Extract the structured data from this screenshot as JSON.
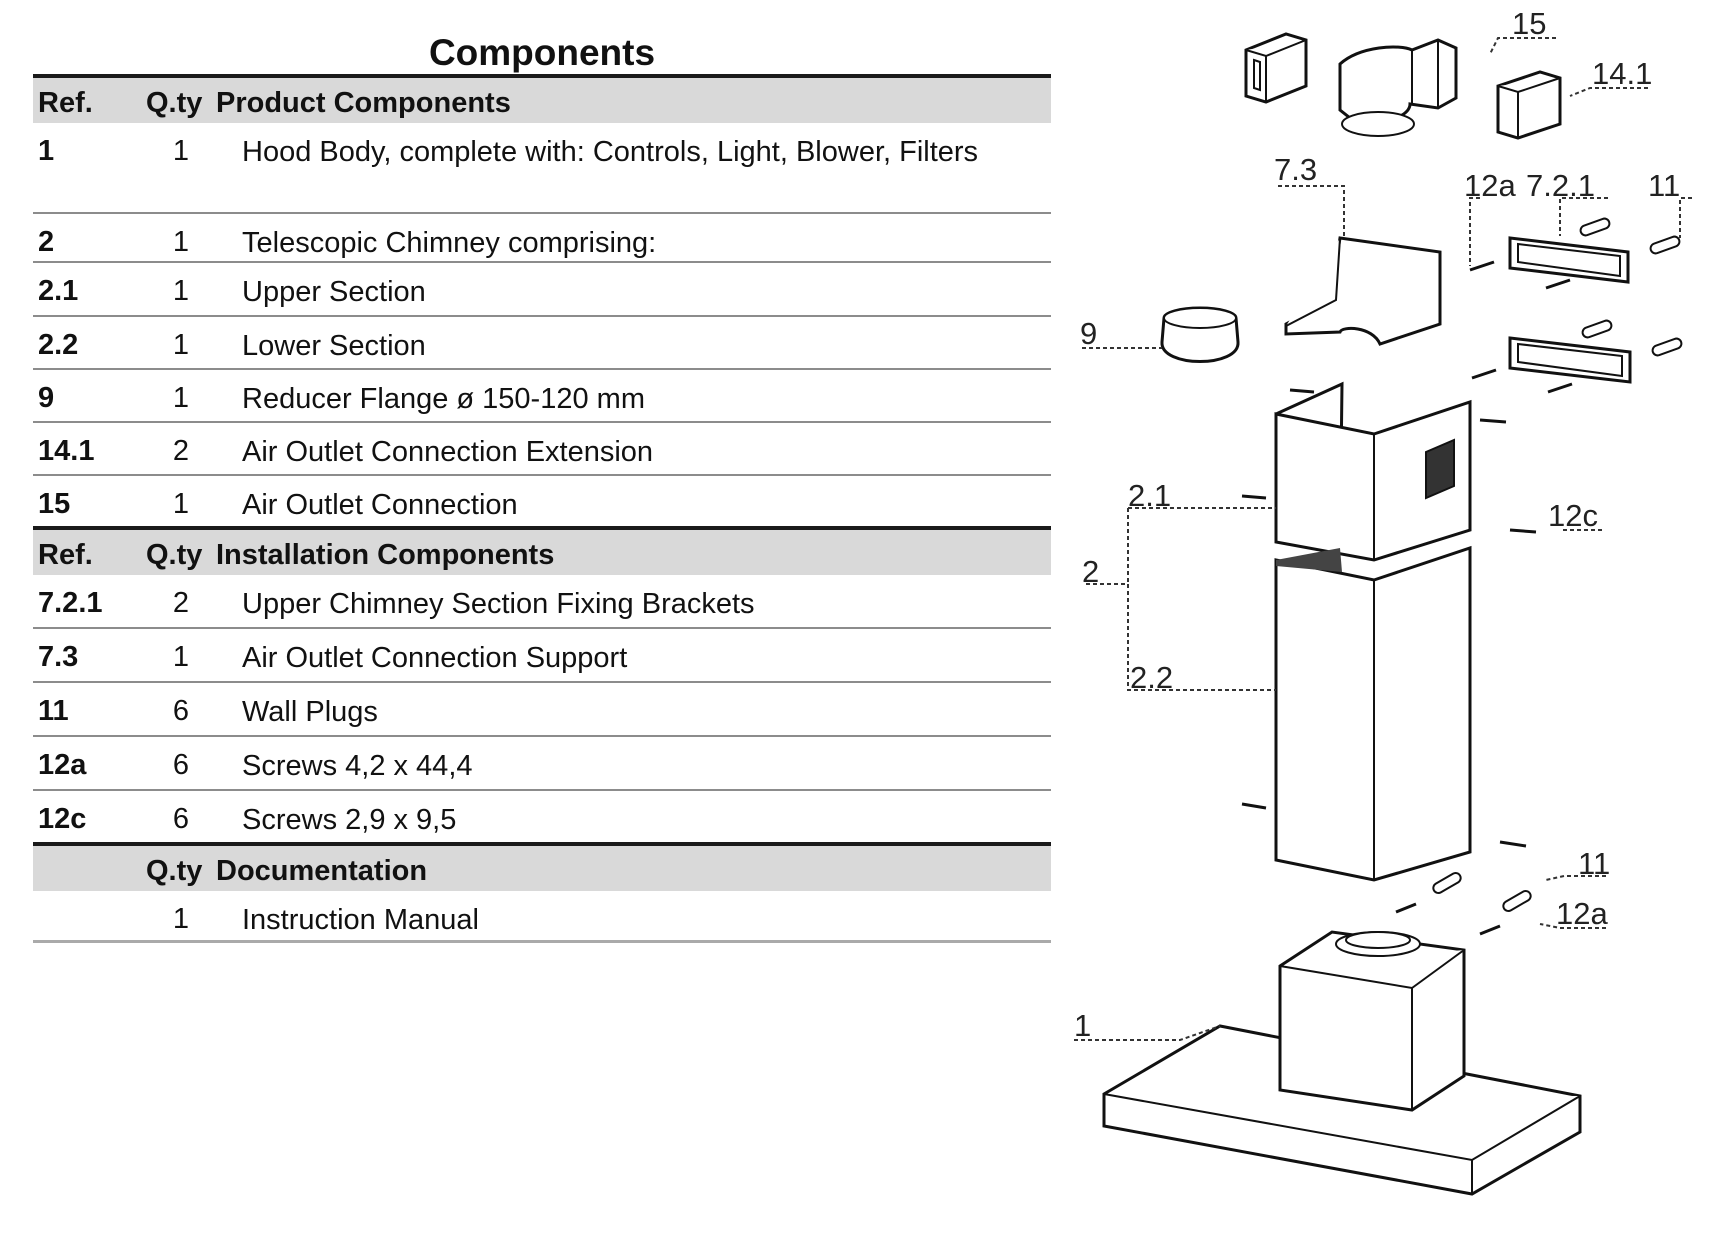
{
  "title": "Components",
  "headers": {
    "product": {
      "ref": "Ref.",
      "qty": "Q.ty",
      "label": "Product Components"
    },
    "installation": {
      "ref": "Ref.",
      "qty": "Q.ty",
      "label": "Installation Components"
    },
    "documentation": {
      "qty": "Q.ty",
      "label": "Documentation"
    }
  },
  "product_rows": [
    {
      "ref": "1",
      "qty": "1",
      "desc": "Hood Body, complete with: Controls, Light, Blower, Filters"
    },
    {
      "ref": "2",
      "qty": "1",
      "desc": "Telescopic Chimney comprising:"
    },
    {
      "ref": "2.1",
      "qty": "1",
      "desc": "Upper Section"
    },
    {
      "ref": "2.2",
      "qty": "1",
      "desc": "Lower Section"
    },
    {
      "ref": "9",
      "qty": "1",
      "desc": "Reducer Flange ø 150-120 mm"
    },
    {
      "ref": "14.1",
      "qty": "2",
      "desc": "Air Outlet Connection Extension"
    },
    {
      "ref": "15",
      "qty": "1",
      "desc": "Air Outlet Connection"
    }
  ],
  "installation_rows": [
    {
      "ref": "7.2.1",
      "qty": "2",
      "desc": "Upper Chimney Section Fixing Brackets"
    },
    {
      "ref": "7.3",
      "qty": "1",
      "desc": "Air Outlet Connection Support"
    },
    {
      "ref": "11",
      "qty": "6",
      "desc": "Wall Plugs"
    },
    {
      "ref": "12a",
      "qty": "6",
      "desc": "Screws 4,2 x 44,4"
    },
    {
      "ref": "12c",
      "qty": "6",
      "desc": "Screws 2,9 x 9,5"
    }
  ],
  "documentation_rows": [
    {
      "ref": "",
      "qty": "1",
      "desc": "Instruction Manual"
    }
  ],
  "diagram_labels": {
    "l15": "15",
    "l14_1": "14.1",
    "l7_3": "7.3",
    "l12a_top": "12a",
    "l7_2_1": "7.2.1",
    "l11_top": "11",
    "l9": "9",
    "l2_1": "2.1",
    "l2": "2",
    "l12c": "12c",
    "l2_2": "2.2",
    "l11_bottom": "11",
    "l12a_bottom": "12a",
    "l1": "1"
  }
}
